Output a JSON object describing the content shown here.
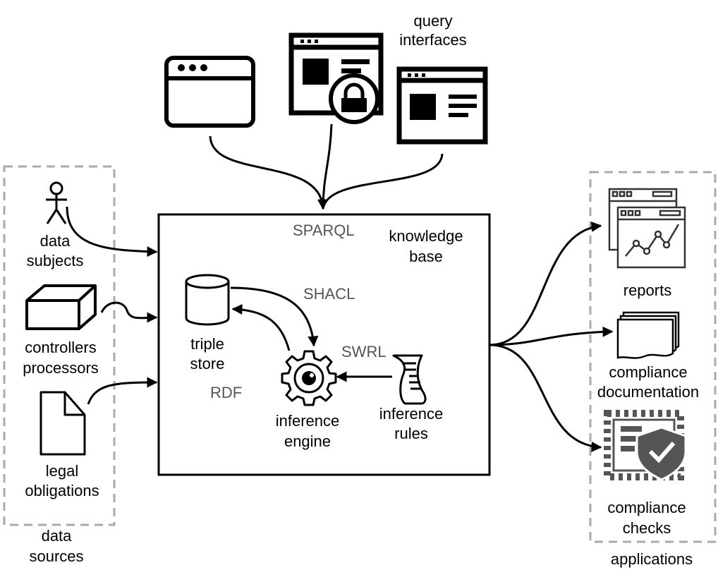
{
  "query_interfaces": {
    "label_line1": "query",
    "label_line2": "interfaces"
  },
  "data_sources": {
    "group_line1": "data",
    "group_line2": "sources",
    "subjects_line1": "data",
    "subjects_line2": "subjects",
    "controllers_line1": "controllers",
    "controllers_line2": "processors",
    "legal_line1": "legal",
    "legal_line2": "obligations"
  },
  "knowledge_base": {
    "title_line1": "knowledge",
    "title_line2": "base",
    "sparql": "SPARQL",
    "shacl": "SHACL",
    "swrl": "SWRL",
    "rdf": "RDF",
    "triple_line1": "triple",
    "triple_line2": "store",
    "engine_line1": "inference",
    "engine_line2": "engine",
    "rules_line1": "inference",
    "rules_line2": "rules"
  },
  "applications": {
    "group_label": "applications",
    "reports": "reports",
    "doc_line1": "compliance",
    "doc_line2": "documentation",
    "checks_line1": "compliance",
    "checks_line2": "checks"
  }
}
